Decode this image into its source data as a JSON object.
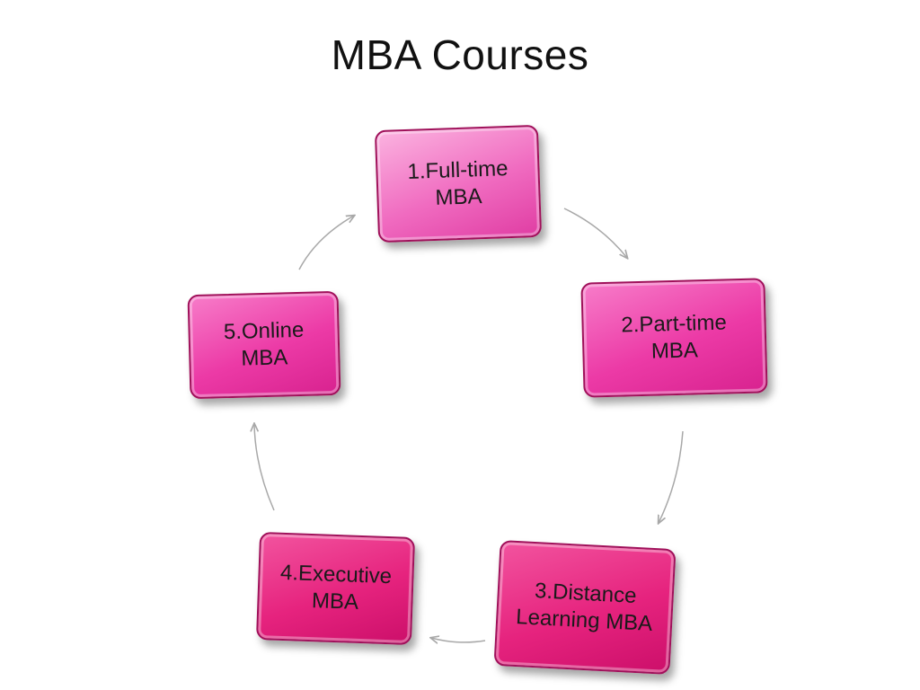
{
  "slide": {
    "title": "MBA Courses"
  },
  "nodes": [
    {
      "label": "1.Full-time\nMBA"
    },
    {
      "label": "2.Part-time\nMBA"
    },
    {
      "label": "3.Distance\nLearning MBA"
    },
    {
      "label": "4.Executive\nMBA"
    },
    {
      "label": "5.Online MBA"
    }
  ],
  "colors": {
    "arrow": "#a8a8a8",
    "node_border": "#a0105a"
  }
}
